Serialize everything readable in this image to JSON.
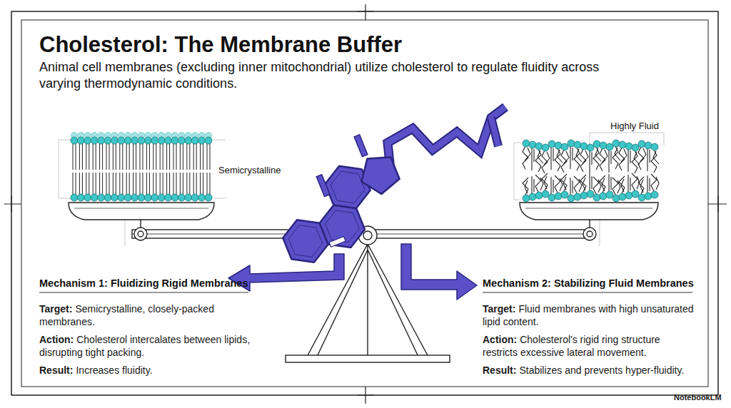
{
  "diagram": {
    "title": "Cholesterol: The Membrane Buffer",
    "labels": [
      "Animal cell membranes (excluding inner mitochondrial) utilize cholesterol to regulate fluidity across varying thermodynamic conditions.",
      "Semicrystalline",
      "Highly Fluid",
      "Mechanism 1: Fluidizing Rigid Membranes",
      "Target:",
      "Semicrystalline, closely-packed membranes.",
      "Action:",
      "Cholesterol intercalates between lipids, disrupting tight packing.",
      "Result:",
      "Increases fluidity.",
      "Mechanism 2: Stabilizing Fluid Membranes",
      "Target:",
      "Fluid membranes with high unsaturated lipid content.",
      "Action:",
      "Cholesterol's rigid ring structure restricts excessive lateral movement.",
      "Result:",
      "Stabilizes and prevents hyper-fluidity.",
      "NotebookLM"
    ]
  }
}
